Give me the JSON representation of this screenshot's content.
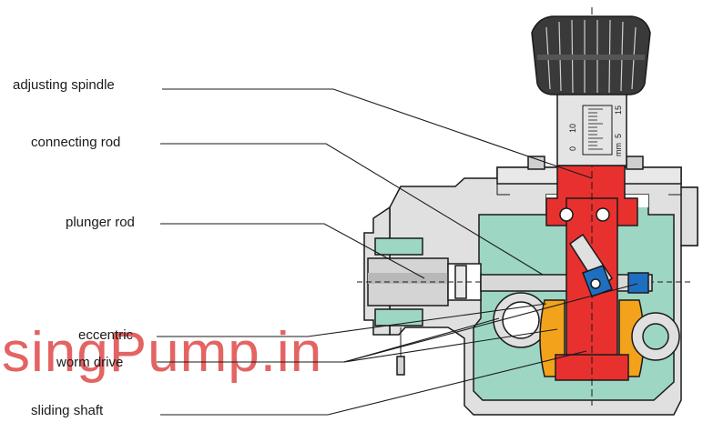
{
  "labels": {
    "adjusting_spindle": "adjusting spindle",
    "connecting_rod": "connecting rod",
    "plunger_rod": "plunger rod",
    "eccentric": "eccentric",
    "worm_drive": "worm drive",
    "sliding_shaft": "sliding shaft"
  },
  "scale": {
    "mark_0": "0",
    "mark_10": "10",
    "mark_15": "15",
    "unit": "mm",
    "mark_5": "5"
  },
  "watermark": "singPump.in",
  "colors": {
    "housing": "#e0e0e0",
    "housing_inner": "#9ed6c4",
    "red_parts": "#e8312f",
    "orange_parts": "#f3a21b",
    "blue_parts": "#1f6fc0",
    "steel": "#d4d4d4",
    "text": "#1a1a1a",
    "watermark": "#e04848"
  }
}
